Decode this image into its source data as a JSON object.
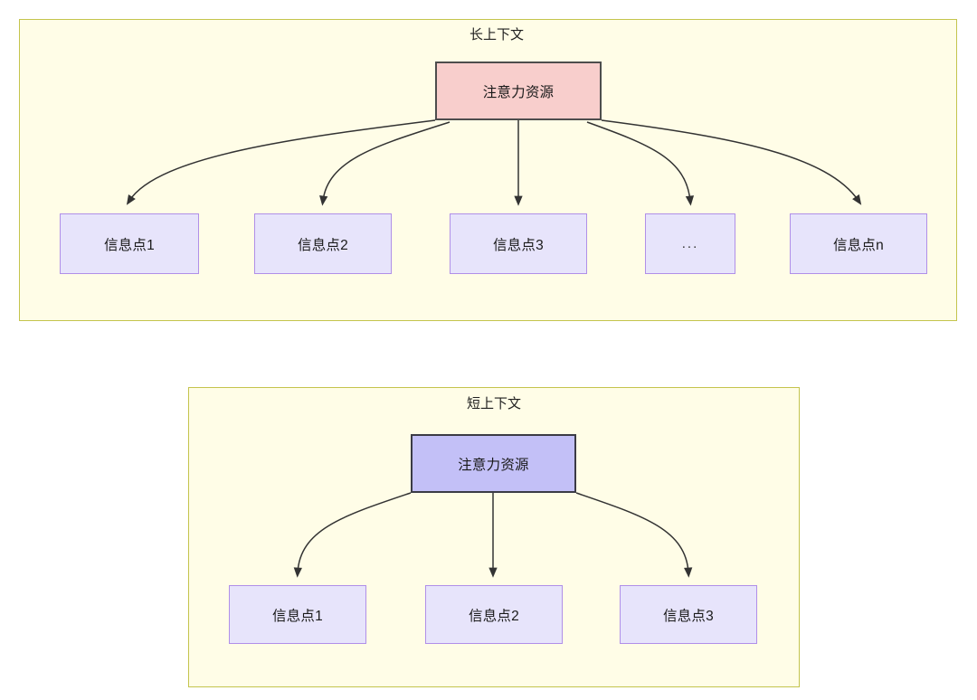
{
  "diagram": {
    "type": "comparison-diagram",
    "accent_colors": {
      "group_fill": "#fffde7",
      "group_border": "#c4c44d",
      "attention_long_fill": "#f8cecc",
      "attention_long_border": "#4d4d4d",
      "attention_short_fill": "#c3c0f7",
      "attention_short_border": "#3b3b45",
      "info_fill": "#e7e4fb",
      "info_border": "#b08fe8",
      "edge_color": "#333333"
    },
    "groups": [
      {
        "id": "long-context",
        "title": "长上下文",
        "root": {
          "label": "注意力资源"
        },
        "children": [
          {
            "label": "信息点1"
          },
          {
            "label": "信息点2"
          },
          {
            "label": "信息点3"
          },
          {
            "label": "..."
          },
          {
            "label": "信息点n"
          }
        ]
      },
      {
        "id": "short-context",
        "title": "短上下文",
        "root": {
          "label": "注意力资源"
        },
        "children": [
          {
            "label": "信息点1"
          },
          {
            "label": "信息点2"
          },
          {
            "label": "信息点3"
          }
        ]
      }
    ]
  }
}
